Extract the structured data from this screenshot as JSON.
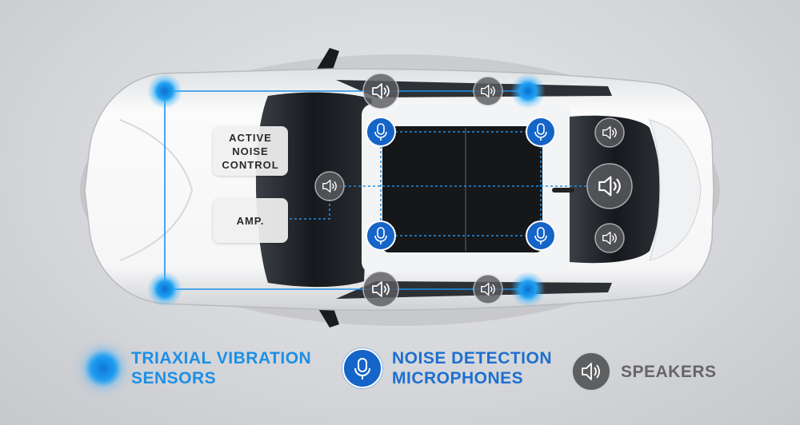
{
  "labels": {
    "active_noise_control": "ACTIVE\nNOISE\nCONTROL",
    "amp": "AMP."
  },
  "legend": {
    "vibration": "TRIAXIAL VIBRATION\nSENSORS",
    "microphones": "NOISE DETECTION\nMICROPHONES",
    "speakers": "SPEAKERS"
  },
  "colors": {
    "sensor_blue": "#1e9df0",
    "mic_blue": "#1564c8",
    "speaker_gray": "#5e5f61",
    "car_white": "#f4f5f6"
  },
  "icons": {
    "vibration": "triaxial-vibration-sensor-icon",
    "microphone": "microphone-icon",
    "speaker": "speaker-icon"
  }
}
